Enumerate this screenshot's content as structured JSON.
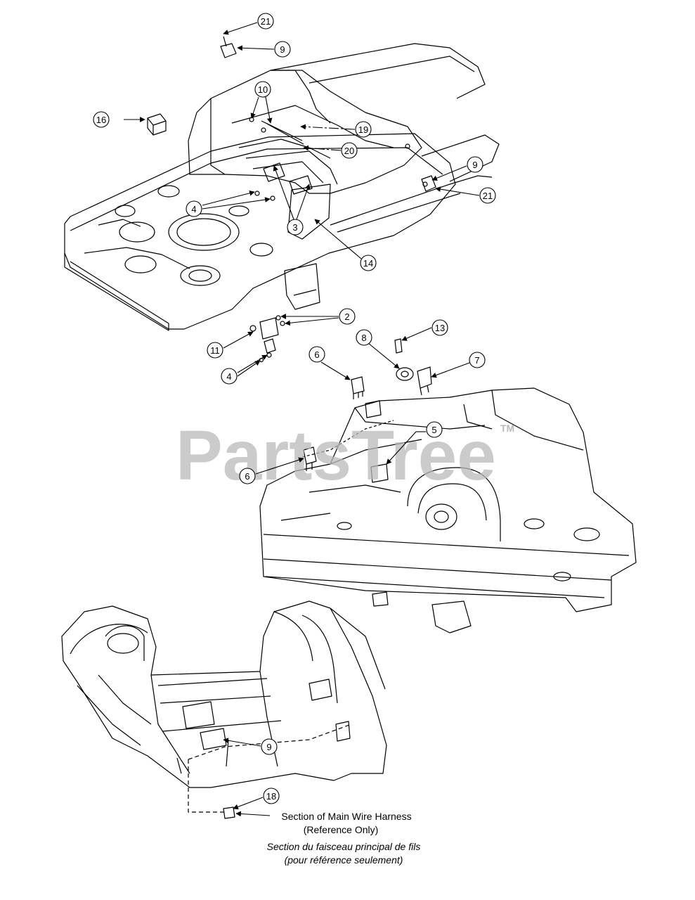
{
  "watermark": {
    "text": "PartsTree",
    "tm": "TM"
  },
  "caption": {
    "line1": "Section of Main Wire Harness",
    "line2": "(Reference Only)",
    "line3": "Section du faisceau principal de fils",
    "line4": "(pour référence seulement)"
  },
  "callouts": [
    {
      "id": "c21a",
      "num": "21"
    },
    {
      "id": "c9a",
      "num": "9"
    },
    {
      "id": "c10",
      "num": "10"
    },
    {
      "id": "c16",
      "num": "16"
    },
    {
      "id": "c19",
      "num": "19"
    },
    {
      "id": "c20",
      "num": "20"
    },
    {
      "id": "c9b",
      "num": "9"
    },
    {
      "id": "c21b",
      "num": "21"
    },
    {
      "id": "c4a",
      "num": "4"
    },
    {
      "id": "c3",
      "num": "3"
    },
    {
      "id": "c14",
      "num": "14"
    },
    {
      "id": "c2",
      "num": "2"
    },
    {
      "id": "c13",
      "num": "13"
    },
    {
      "id": "c11",
      "num": "11"
    },
    {
      "id": "c8",
      "num": "8"
    },
    {
      "id": "c6a",
      "num": "6"
    },
    {
      "id": "c7",
      "num": "7"
    },
    {
      "id": "c4b",
      "num": "4"
    },
    {
      "id": "c5",
      "num": "5"
    },
    {
      "id": "c6b",
      "num": "6"
    },
    {
      "id": "c9c",
      "num": "9"
    },
    {
      "id": "c18",
      "num": "18"
    }
  ]
}
